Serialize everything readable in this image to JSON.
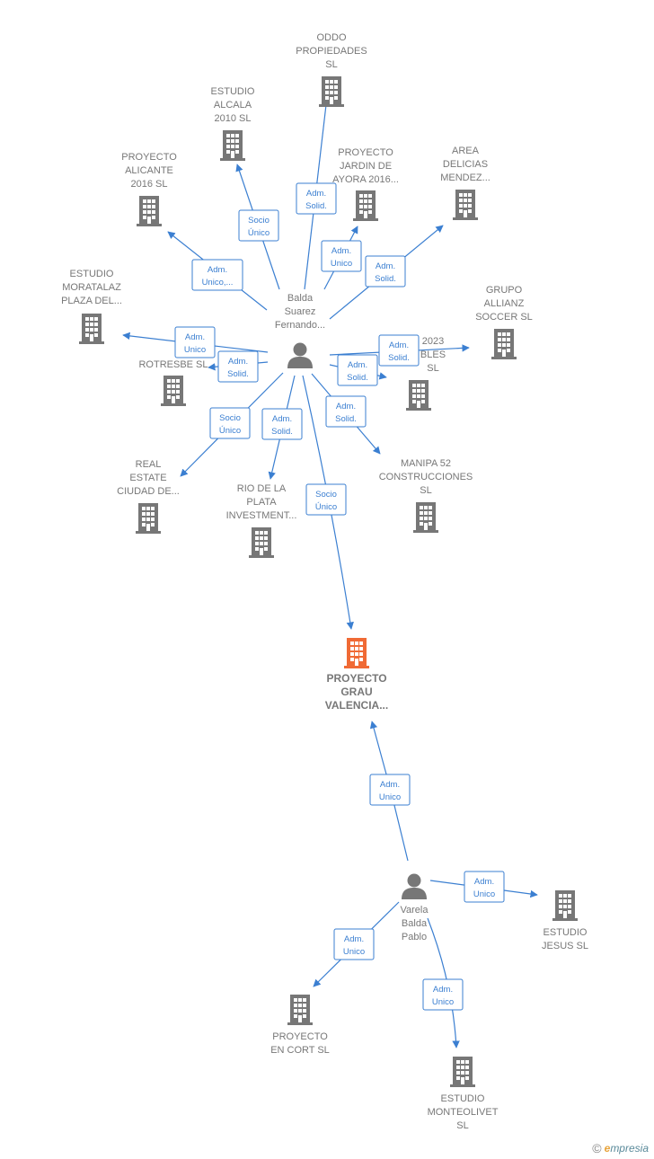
{
  "colors": {
    "edge": "#3b7fd1",
    "building": "#777777",
    "building_main": "#f06a35",
    "person": "#777777"
  },
  "nodes": [
    {
      "id": "main",
      "kind": "building",
      "main": true,
      "lines": [
        "PROYECTO",
        "GRAU",
        "VALENCIA..."
      ]
    },
    {
      "id": "balda",
      "kind": "person",
      "lines": [
        "Balda",
        "Suarez",
        "Fernando..."
      ]
    },
    {
      "id": "varela",
      "kind": "person",
      "lines": [
        "Varela",
        "Balda",
        "Pablo"
      ]
    },
    {
      "id": "oddo",
      "kind": "building",
      "lines": [
        "ODDO",
        "PROPIEDADES",
        "SL"
      ]
    },
    {
      "id": "alcala",
      "kind": "building",
      "lines": [
        "ESTUDIO",
        "ALCALA",
        "2010 SL"
      ]
    },
    {
      "id": "alicante",
      "kind": "building",
      "lines": [
        "PROYECTO",
        "ALICANTE",
        "2016  SL"
      ]
    },
    {
      "id": "jardin",
      "kind": "building",
      "lines": [
        "PROYECTO",
        "JARDIN DE",
        "AYORA 2016..."
      ]
    },
    {
      "id": "delicias",
      "kind": "building",
      "lines": [
        "AREA",
        "DELICIAS",
        "MENDEZ..."
      ]
    },
    {
      "id": "moratalaz",
      "kind": "building",
      "lines": [
        "ESTUDIO",
        "MORATALAZ",
        "PLAZA DEL..."
      ]
    },
    {
      "id": "allianz",
      "kind": "building",
      "lines": [
        "GRUPO",
        "ALLIANZ",
        "SOCCER  SL"
      ]
    },
    {
      "id": "rotresbe",
      "kind": "building",
      "lines": [
        "ROTRESBE  SL"
      ]
    },
    {
      "id": "x2023",
      "kind": "building",
      "lines": [
        "2023",
        "BLES",
        "SL"
      ]
    },
    {
      "id": "realestate",
      "kind": "building",
      "lines": [
        "REAL",
        "ESTATE",
        "CIUDAD DE..."
      ]
    },
    {
      "id": "rioplata",
      "kind": "building",
      "lines": [
        "RIO DE LA",
        "PLATA",
        "INVESTMENT..."
      ]
    },
    {
      "id": "manipa",
      "kind": "building",
      "lines": [
        "MANIPA 52",
        "CONSTRUCCIONES",
        "SL"
      ]
    },
    {
      "id": "jesus",
      "kind": "building",
      "lines": [
        "ESTUDIO",
        "JESUS  SL"
      ]
    },
    {
      "id": "encort",
      "kind": "building",
      "lines": [
        "PROYECTO",
        "EN CORT  SL"
      ]
    },
    {
      "id": "monteolivet",
      "kind": "building",
      "lines": [
        "ESTUDIO",
        "MONTEOLIVET",
        "SL"
      ]
    }
  ],
  "edges": [
    {
      "id": "e-oddo",
      "lines": [
        "Adm.",
        "Solid."
      ]
    },
    {
      "id": "e-alcala",
      "lines": [
        "Socio",
        "Único"
      ]
    },
    {
      "id": "e-alicante",
      "lines": [
        "Adm.",
        "Unico,..."
      ]
    },
    {
      "id": "e-jardin",
      "lines": [
        "Adm.",
        "Unico"
      ]
    },
    {
      "id": "e-delicias",
      "lines": [
        "Adm.",
        "Solid."
      ]
    },
    {
      "id": "e-moratalaz",
      "lines": [
        "Adm.",
        "Unico"
      ]
    },
    {
      "id": "e-rotresbe",
      "lines": [
        "Adm.",
        "Solid."
      ]
    },
    {
      "id": "e-allianz",
      "lines": [
        "Adm.",
        "Solid."
      ]
    },
    {
      "id": "e-2023",
      "lines": [
        "Adm.",
        "Solid."
      ]
    },
    {
      "id": "e-realestate",
      "lines": [
        "Socio",
        "Único"
      ]
    },
    {
      "id": "e-rioplata",
      "lines": [
        "Adm.",
        "Solid."
      ]
    },
    {
      "id": "e-manipa",
      "lines": [
        "Adm.",
        "Solid."
      ]
    },
    {
      "id": "e-main-balda",
      "lines": [
        "Socio",
        "Único"
      ]
    },
    {
      "id": "e-main-varela",
      "lines": [
        "Adm.",
        "Unico"
      ]
    },
    {
      "id": "e-jesus",
      "lines": [
        "Adm.",
        "Unico"
      ]
    },
    {
      "id": "e-encort",
      "lines": [
        "Adm.",
        "Unico"
      ]
    },
    {
      "id": "e-monteolivet",
      "lines": [
        "Adm.",
        "Unico"
      ]
    }
  ],
  "footer": {
    "copyright": "©",
    "brand_first": "e",
    "brand_rest": "mpresia"
  }
}
